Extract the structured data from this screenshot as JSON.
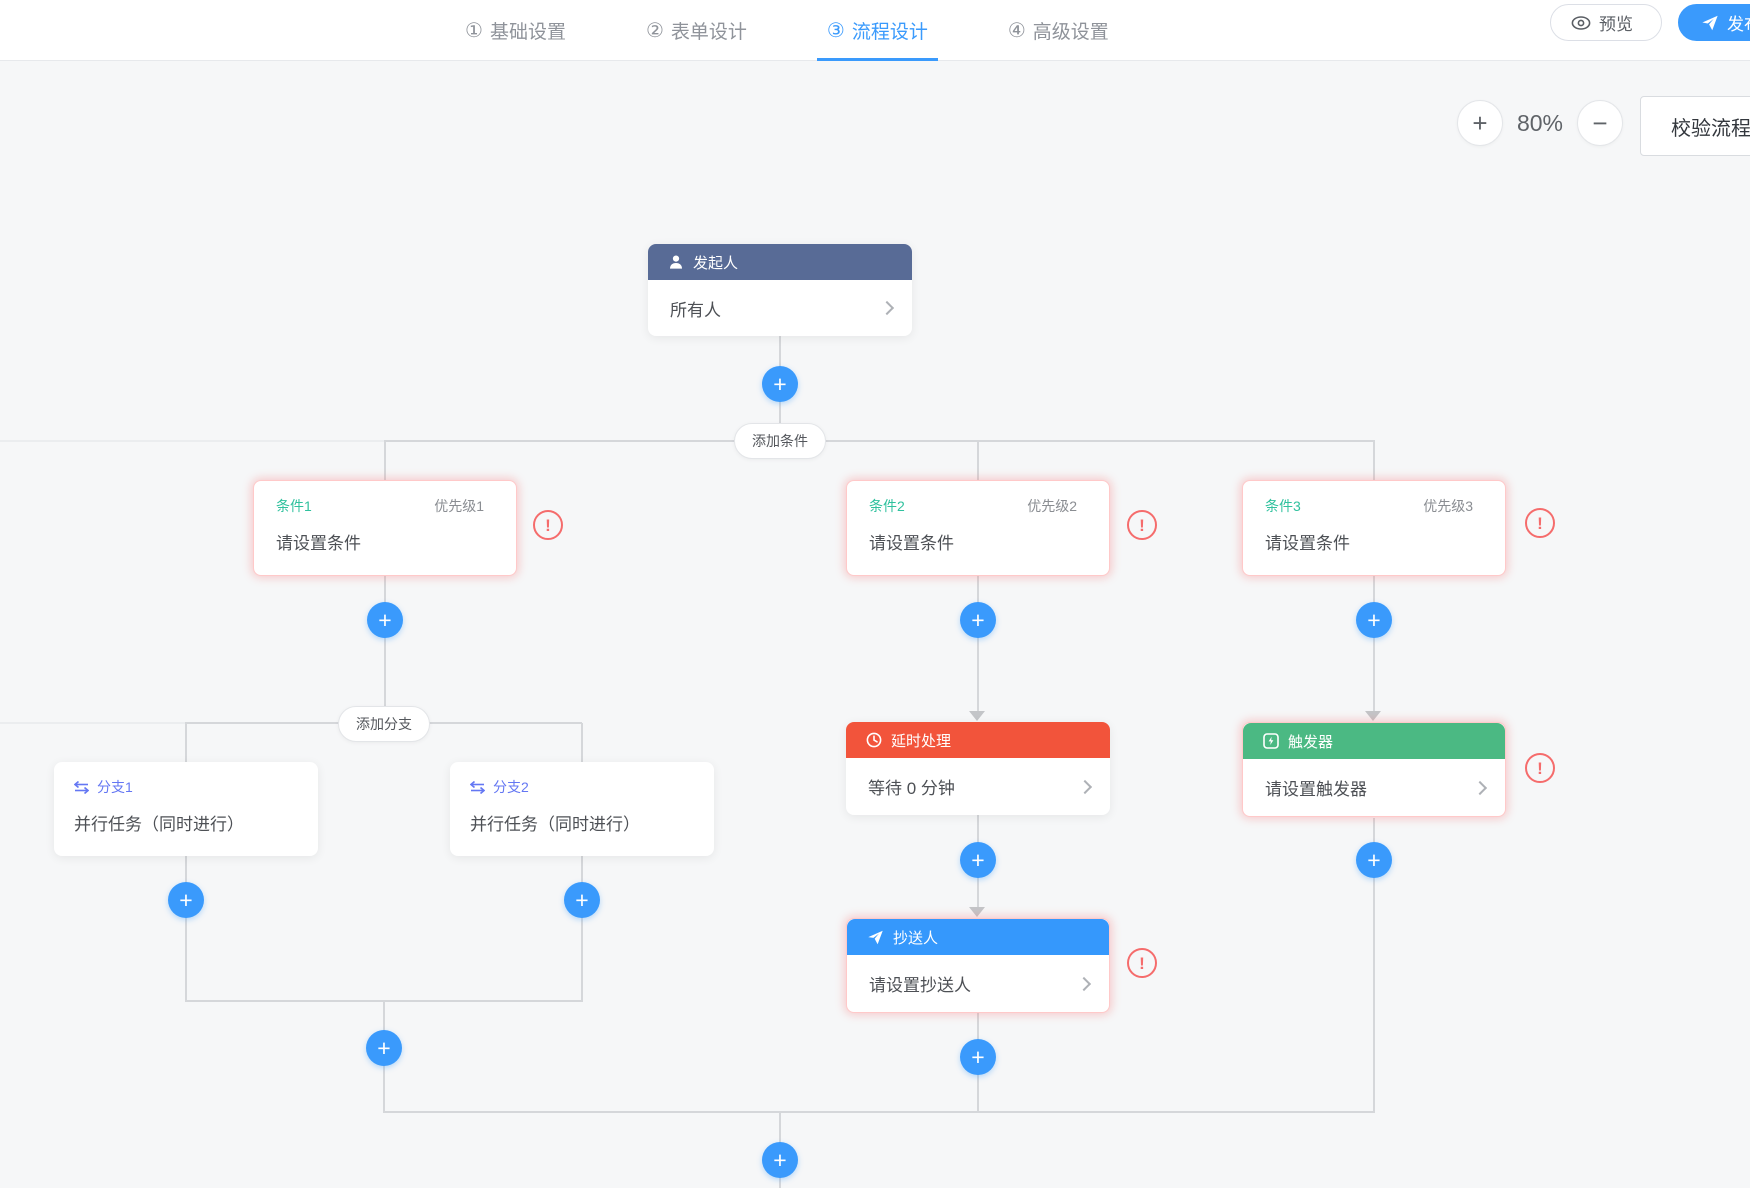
{
  "header": {
    "steps": [
      {
        "num": "①",
        "label": "基础设置"
      },
      {
        "num": "②",
        "label": "表单设计"
      },
      {
        "num": "③",
        "label": "流程设计"
      },
      {
        "num": "④",
        "label": "高级设置"
      }
    ],
    "preview_label": "预览",
    "publish_label": "发布"
  },
  "toolbar": {
    "zoom_in_glyph": "+",
    "zoom_out_glyph": "−",
    "zoom_level": "80%",
    "validate_label": "校验流程"
  },
  "flow": {
    "plus_glyph": "+",
    "warning_glyph": "!",
    "add_condition_label": "添加条件",
    "add_branch_label": "添加分支",
    "initiator": {
      "title": "发起人",
      "content": "所有人"
    },
    "conditions": [
      {
        "title": "条件1",
        "priority": "优先级1",
        "content": "请设置条件"
      },
      {
        "title": "条件2",
        "priority": "优先级2",
        "content": "请设置条件"
      },
      {
        "title": "条件3",
        "priority": "优先级3",
        "content": "请设置条件"
      }
    ],
    "branches": [
      {
        "title": "分支1",
        "content": "并行任务（同时进行）"
      },
      {
        "title": "分支2",
        "content": "并行任务（同时进行）"
      }
    ],
    "delay": {
      "title": "延时处理",
      "content": "等待 0 分钟"
    },
    "cc": {
      "title": "抄送人",
      "content": "请设置抄送人"
    },
    "trigger": {
      "title": "触发器",
      "content": "请设置触发器"
    }
  },
  "colors": {
    "accent_blue": "#3a9afc",
    "initiator_header": "#586b96",
    "delay_header": "#f2543b",
    "cc_header": "#3598fc",
    "trigger_header": "#4bb983",
    "condition_title": "#30c19e",
    "branch_title": "#6477f3",
    "warning": "#f56c6c",
    "line": "#d5d7da"
  }
}
